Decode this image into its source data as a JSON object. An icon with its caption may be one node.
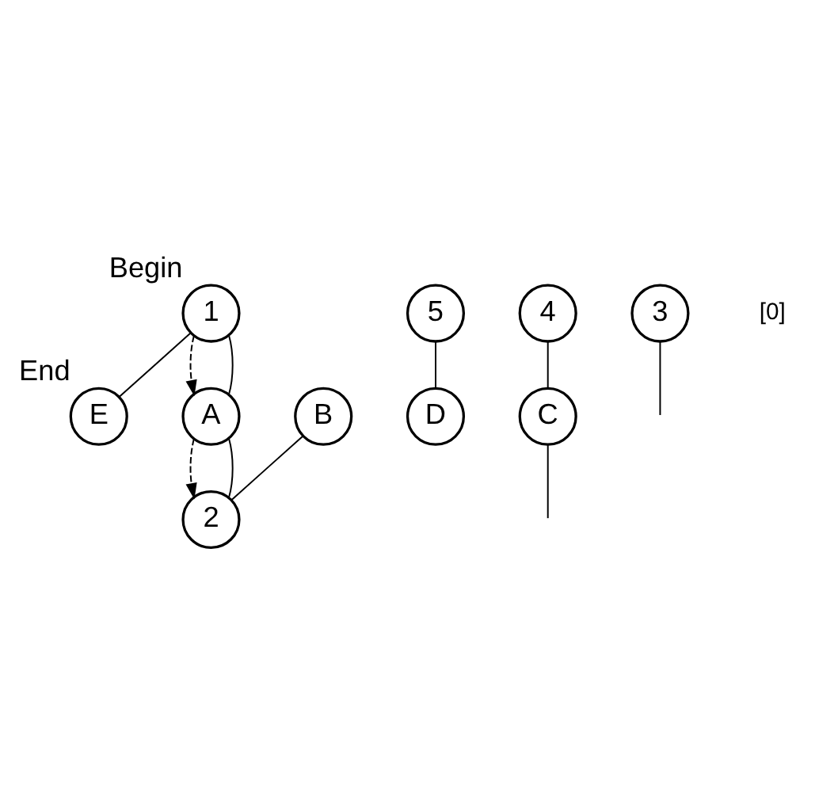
{
  "diagram": {
    "nodes": [
      {
        "text": [
          "E"
        ],
        "beside": [
          "End"
        ]
      },
      {
        "text": [
          "A"
        ]
      },
      {
        "text": [
          "5"
        ]
      },
      {
        "text": [
          "B"
        ]
      },
      {
        "text": [
          "2"
        ]
      },
      {
        "text": [
          "1"
        ],
        "beside": [
          "Begin"
        ]
      },
      {
        "text": [
          "D"
        ]
      },
      {
        "text": [
          "4"
        ]
      },
      {
        "text": [
          "3"
        ]
      },
      {
        "text": [
          "C"
        ]
      }
    ],
    "edges": [
      {
        "from": 5,
        "to": 0,
        "arrow": "none"
      },
      {
        "from": 5,
        "to": 1,
        "arrow": "to",
        "style": "dashed"
      },
      {
        "from": 5,
        "to": 1,
        "arrow": "none"
      },
      {
        "from": 1,
        "to": 4,
        "arrow": "to",
        "style": "dashed"
      },
      {
        "from": 1,
        "to": 4,
        "arrow": "none"
      },
      {
        "from": 3,
        "to": 4,
        "arrow": "none"
      },
      {
        "from": 2,
        "to": 6,
        "arrow": "none"
      },
      {
        "from": 7,
        "to": 9,
        "arrow": "none"
      },
      {
        "from": 8,
        "to": null,
        "arrow": "none"
      },
      {
        "from": 9,
        "to": null,
        "arrow": "none"
      }
    ],
    "labels": [
      "[0]"
    ]
  }
}
